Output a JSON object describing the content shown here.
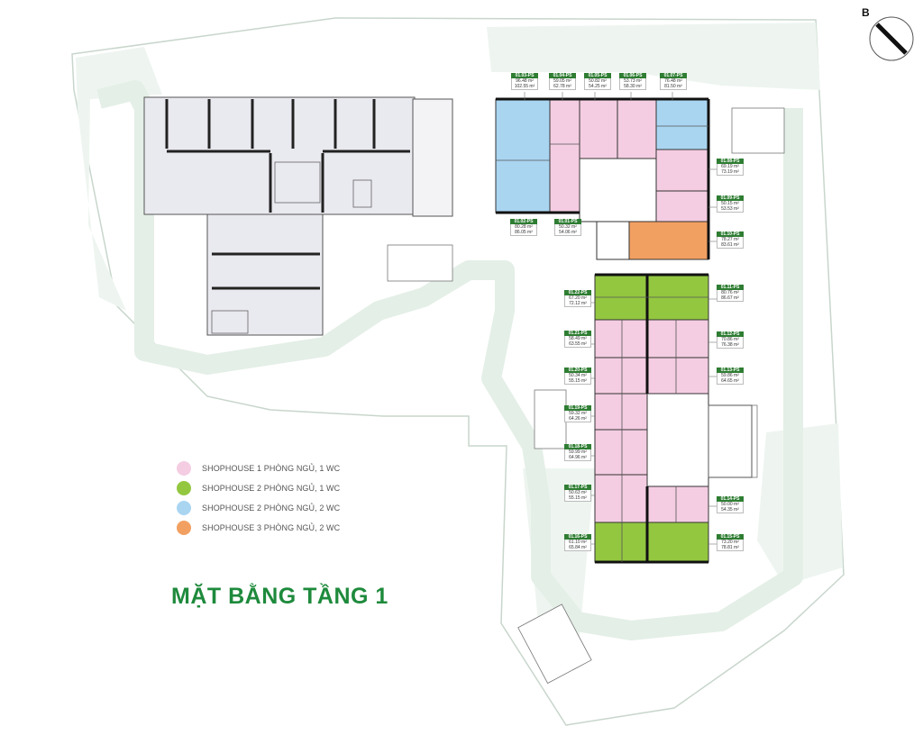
{
  "title": "MẶT BẰNG TẦNG 1",
  "compass": {
    "letter": "B",
    "icon": "north-arrow-icon"
  },
  "colors": {
    "type1": "#f4cde2",
    "type2a": "#93c740",
    "type2b": "#a9d5f1",
    "type3": "#f2a062",
    "walkway": "#dfeee3",
    "building": "#e8e8ef",
    "title": "#1e8a3c",
    "label_header": "#2e7d32"
  },
  "legend": [
    {
      "key": "type1",
      "label": "SHOPHOUSE 1 PHÒNG NGỦ, 1 WC"
    },
    {
      "key": "type2a",
      "label": "SHOPHOUSE 2 PHÒNG NGỦ, 1 WC"
    },
    {
      "key": "type2b",
      "label": "SHOPHOUSE 2 PHÒNG NGỦ, 2 WC"
    },
    {
      "key": "type3",
      "label": "SHOPHOUSE 3 PHÒNG NGỦ, 2 WC"
    }
  ],
  "units": [
    {
      "code": "01.03-PS",
      "area1": "96.48 m²",
      "area2": "102.55 m²",
      "type": "type2b"
    },
    {
      "code": "01.04-PS",
      "area1": "59.05 m²",
      "area2": "62.78 m²",
      "type": "type1"
    },
    {
      "code": "01.05-PS",
      "area1": "50.82 m²",
      "area2": "54.25 m²",
      "type": "type1"
    },
    {
      "code": "01.06-PS",
      "area1": "53.73 m²",
      "area2": "58.30 m²",
      "type": "type1"
    },
    {
      "code": "01.07-PS",
      "area1": "76.48 m²",
      "area2": "81.50 m²",
      "type": "type2b"
    },
    {
      "code": "01.02-PS",
      "area1": "80.28 m²",
      "area2": "86.05 m²",
      "type": "type2b"
    },
    {
      "code": "01.01-PS",
      "area1": "50.32 m²",
      "area2": "54.06 m²",
      "type": "type1"
    },
    {
      "code": "01.08-PS",
      "area1": "69.19 m²",
      "area2": "73.19 m²",
      "type": "type1"
    },
    {
      "code": "01.09-PS",
      "area1": "50.15 m²",
      "area2": "53.53 m²",
      "type": "type1"
    },
    {
      "code": "01.10-PS",
      "area1": "78.27 m²",
      "area2": "83.61 m²",
      "type": "type3"
    },
    {
      "code": "01.11-PS",
      "area1": "80.76 m²",
      "area2": "86.67 m²",
      "type": "type2a"
    },
    {
      "code": "01.22-PS",
      "area1": "67.20 m²",
      "area2": "72.12 m²",
      "type": "type2a"
    },
    {
      "code": "01.21-PS",
      "area1": "58.49 m²",
      "area2": "63.55 m²",
      "type": "type1"
    },
    {
      "code": "01.12-PS",
      "area1": "70.86 m²",
      "area2": "76.38 m²",
      "type": "type1"
    },
    {
      "code": "01.20-PS",
      "area1": "50.34 m²",
      "area2": "55.15 m²",
      "type": "type1"
    },
    {
      "code": "01.13-PS",
      "area1": "59.86 m²",
      "area2": "64.65 m²",
      "type": "type1"
    },
    {
      "code": "01.19-PS",
      "area1": "59.32 m²",
      "area2": "64.26 m²",
      "type": "type1"
    },
    {
      "code": "01.18-PS",
      "area1": "59.99 m²",
      "area2": "64.96 m²",
      "type": "type1"
    },
    {
      "code": "01.17-PS",
      "area1": "50.63 m²",
      "area2": "55.15 m²",
      "type": "type1"
    },
    {
      "code": "01.14-PS",
      "area1": "50.00 m²",
      "area2": "54.35 m²",
      "type": "type1"
    },
    {
      "code": "01.16-PS",
      "area1": "61.10 m²",
      "area2": "65.84 m²",
      "type": "type2a"
    },
    {
      "code": "01.15-PS",
      "area1": "73.20 m²",
      "area2": "78.81 m²",
      "type": "type2a"
    }
  ]
}
